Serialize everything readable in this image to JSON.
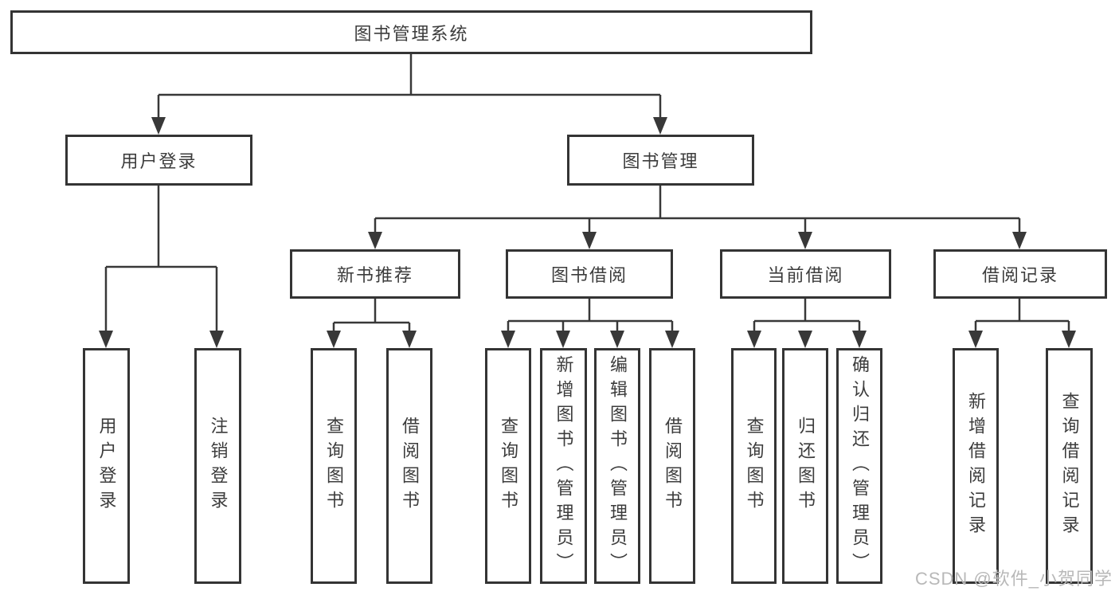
{
  "tree": {
    "root": {
      "label": "图书管理系统"
    },
    "l2": [
      {
        "label": "用户登录",
        "leaves": [
          "用户登录",
          "注销登录"
        ]
      },
      {
        "label": "图书管理",
        "groups": [
          {
            "label": "新书推荐",
            "leaves": [
              "查询图书",
              "借阅图书"
            ]
          },
          {
            "label": "图书借阅",
            "leaves": [
              "查询图书",
              "新增图书（管理员）",
              "编辑图书（管理员）",
              "借阅图书"
            ]
          },
          {
            "label": "当前借阅",
            "leaves": [
              "查询图书",
              "归还图书",
              "确认归还（管理员）"
            ]
          },
          {
            "label": "借阅记录",
            "leaves": [
              "新增借阅记录",
              "查询借阅记录"
            ]
          }
        ]
      }
    ]
  },
  "watermark": {
    "text": "CSDN @软件_小贺同学"
  },
  "colors": {
    "line": "#383838",
    "text": "#3c3c3c",
    "box_background": "#ffffff",
    "watermark": "#b8b8b8"
  }
}
